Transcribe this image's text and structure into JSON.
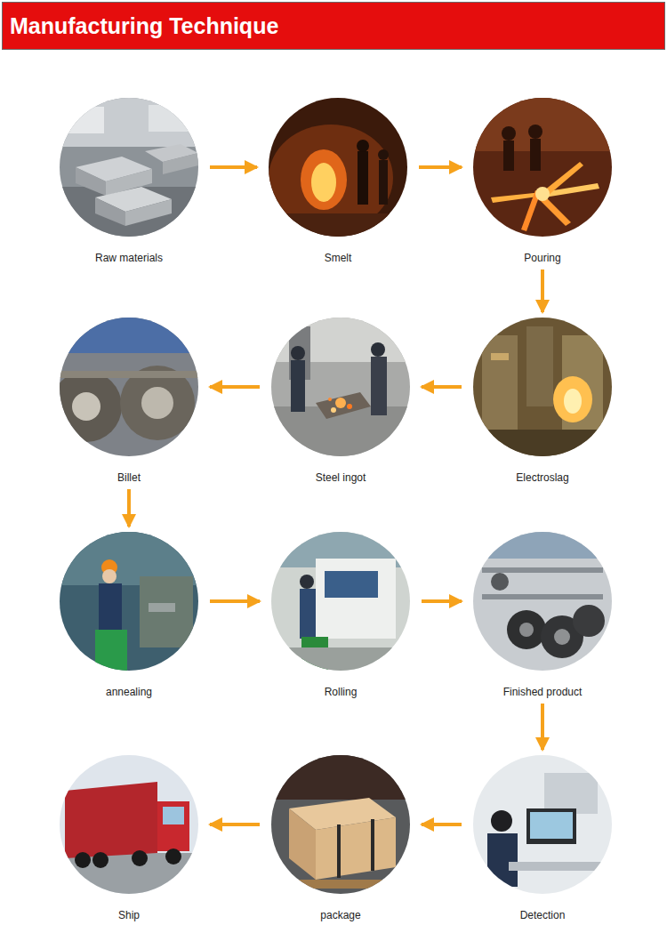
{
  "diagram": {
    "title": "Manufacturing Technique",
    "nodes": [
      {
        "text": [
          "Raw materials"
        ]
      },
      {
        "text": [
          "Smelt"
        ]
      },
      {
        "text": [
          "Pouring"
        ]
      },
      {
        "text": [
          "Electroslag"
        ]
      },
      {
        "text": [
          "Steel ingot"
        ]
      },
      {
        "text": [
          "Billet"
        ]
      },
      {
        "text": [
          "annealing"
        ]
      },
      {
        "text": [
          "Rolling"
        ]
      },
      {
        "text": [
          "Finished product"
        ]
      },
      {
        "text": [
          "Detection"
        ]
      },
      {
        "text": [
          "package"
        ]
      },
      {
        "text": [
          "Ship"
        ]
      }
    ],
    "edges": [
      {
        "from": 0,
        "to": 1,
        "arrow": "to"
      },
      {
        "from": 1,
        "to": 2,
        "arrow": "to"
      },
      {
        "from": 2,
        "to": 3,
        "arrow": "to"
      },
      {
        "from": 3,
        "to": 4,
        "arrow": "to"
      },
      {
        "from": 4,
        "to": 5,
        "arrow": "to"
      },
      {
        "from": 5,
        "to": 6,
        "arrow": "to"
      },
      {
        "from": 6,
        "to": 7,
        "arrow": "to"
      },
      {
        "from": 7,
        "to": 8,
        "arrow": "to"
      },
      {
        "from": 8,
        "to": 9,
        "arrow": "to"
      },
      {
        "from": 9,
        "to": 10,
        "arrow": "to"
      },
      {
        "from": 10,
        "to": 11,
        "arrow": "to"
      }
    ]
  }
}
